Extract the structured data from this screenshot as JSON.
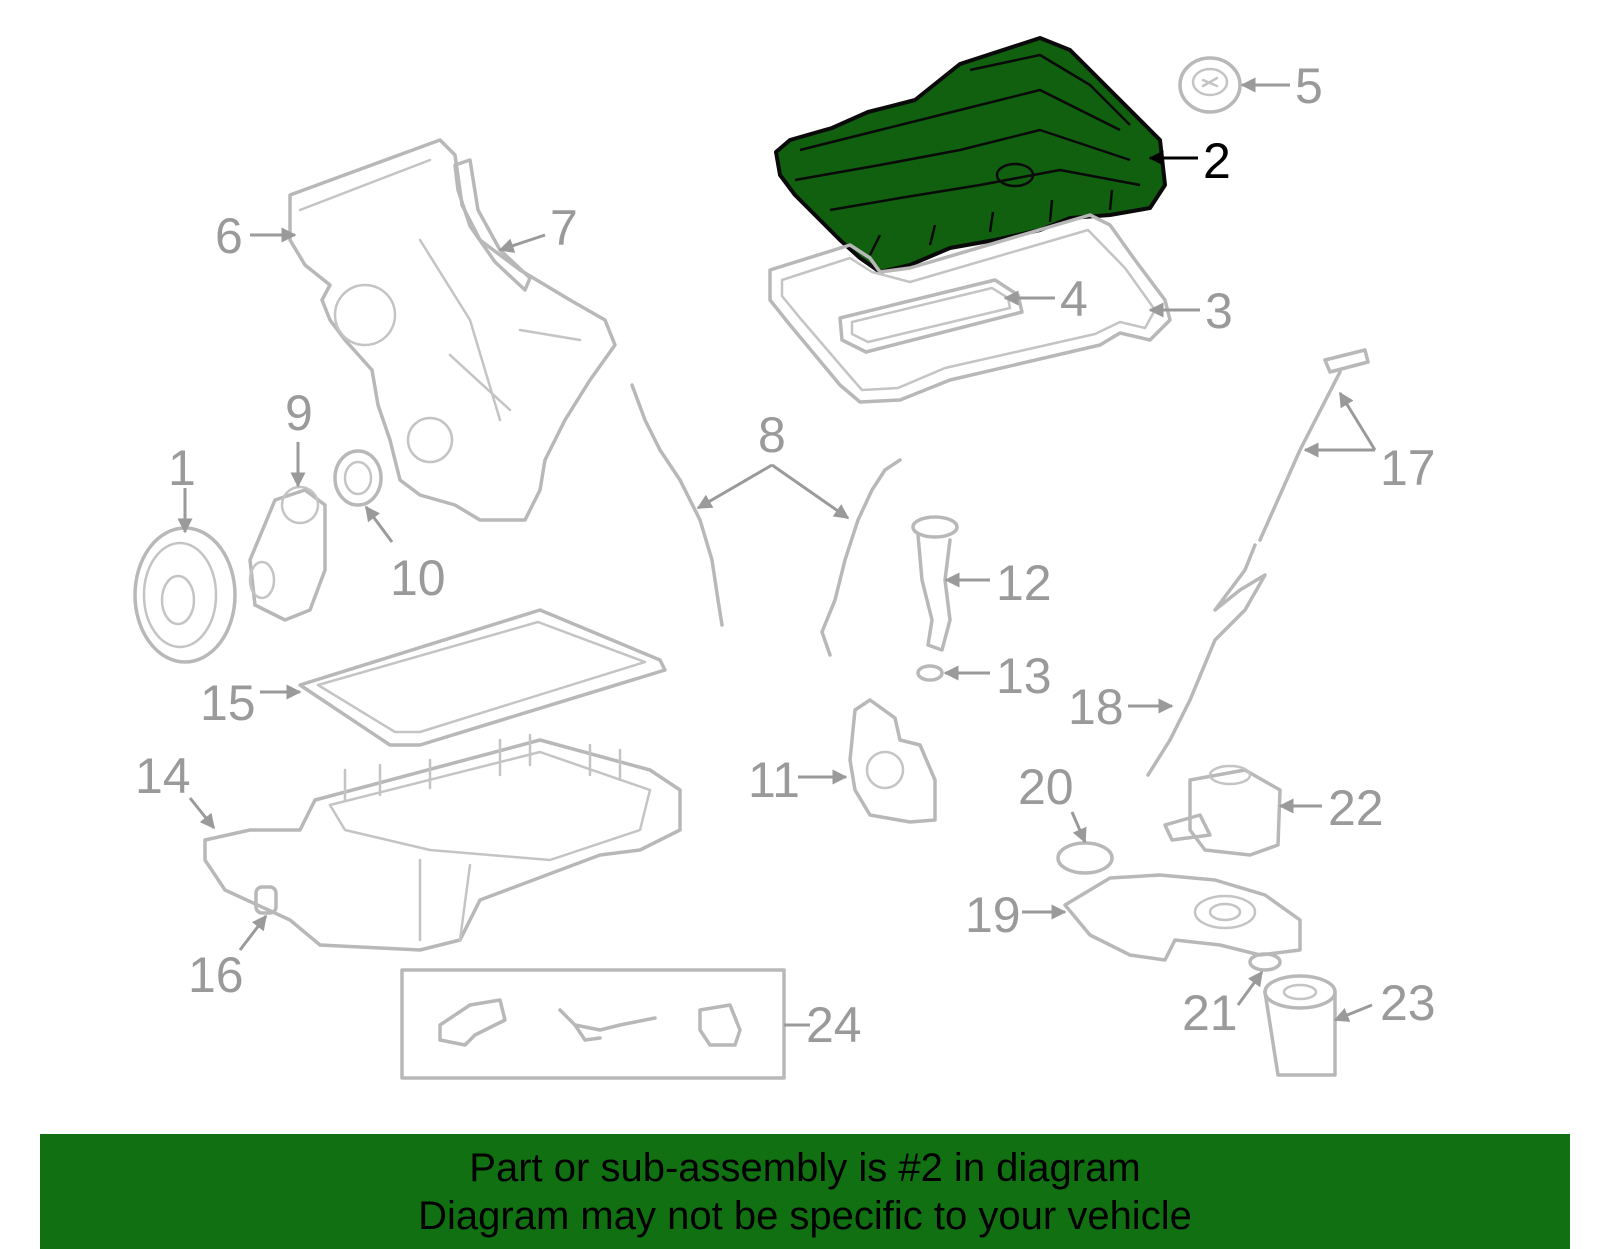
{
  "callouts": {
    "c1": "1",
    "c2": "2",
    "c3": "3",
    "c4": "4",
    "c5": "5",
    "c6": "6",
    "c7": "7",
    "c8": "8",
    "c9": "9",
    "c10": "10",
    "c11": "11",
    "c12": "12",
    "c13": "13",
    "c14": "14",
    "c15": "15",
    "c16": "16",
    "c17": "17",
    "c18": "18",
    "c19": "19",
    "c20": "20",
    "c21": "21",
    "c22": "22",
    "c23": "23",
    "c24": "24"
  },
  "highlight": {
    "part": "2",
    "color": "#116010"
  },
  "colors": {
    "banner": "#117011",
    "part_outline": "#b8b8b8",
    "label": "#9a9a9a"
  },
  "footer": {
    "line1": "Part or sub-assembly is #2 in diagram",
    "line2": "Diagram may not be specific to your vehicle"
  }
}
